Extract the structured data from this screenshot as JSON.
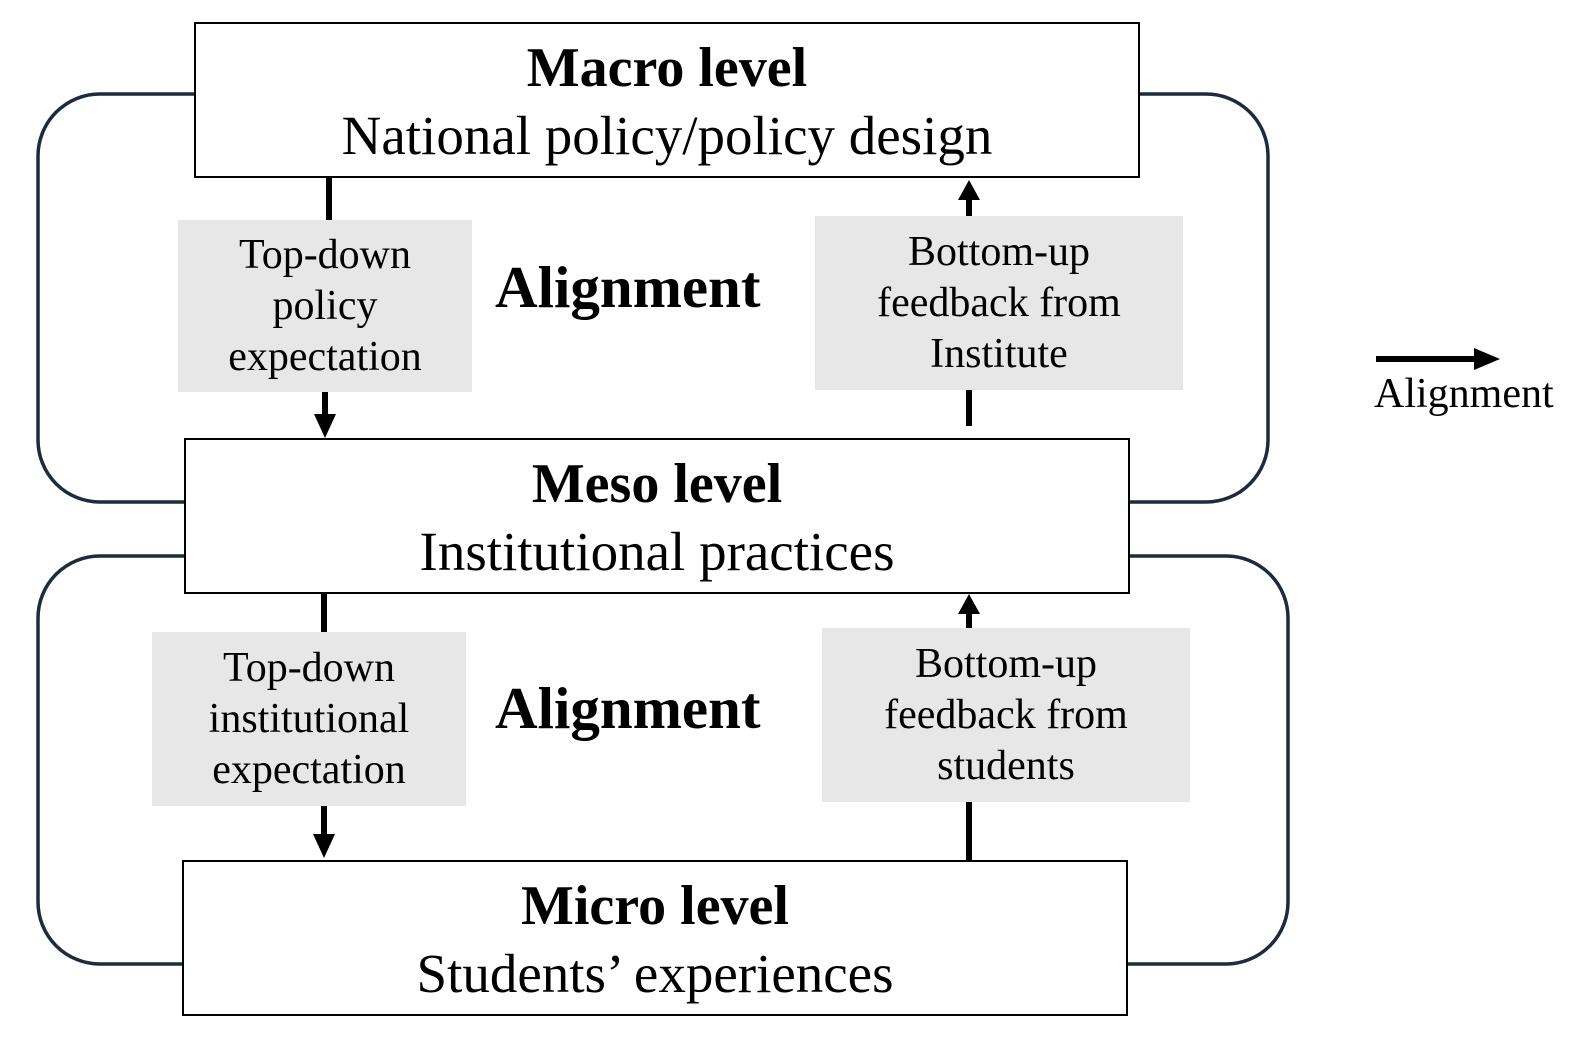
{
  "levels": {
    "macro": {
      "title": "Macro level",
      "subtitle": "National policy/policy design"
    },
    "meso": {
      "title": "Meso level",
      "subtitle": "Institutional practices"
    },
    "micro": {
      "title": "Micro level",
      "subtitle": "Students’ experiences"
    }
  },
  "upper": {
    "top_down": "Top-down\npolicy\nexpectation",
    "bottom_up": "Bottom-up\nfeedback from\nInstitute",
    "alignment": "Alignment"
  },
  "lower": {
    "top_down": "Top-down\ninstitutional\nexpectation",
    "bottom_up": "Bottom-up\nfeedback from\nstudents",
    "alignment": "Alignment"
  },
  "legend": {
    "label": "Alignment"
  },
  "colors": {
    "loop_stroke": "#1c2b3d",
    "label_fill": "#e7e7e7",
    "arrow": "#000000"
  }
}
